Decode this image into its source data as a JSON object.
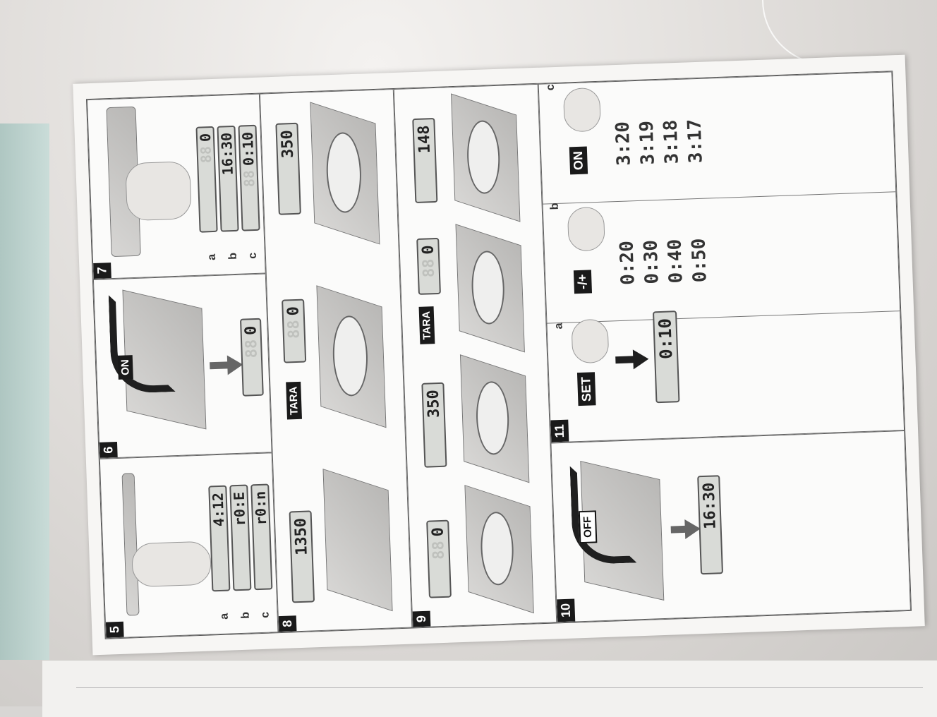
{
  "panels": {
    "p5": {
      "number": "5",
      "letters": [
        "a",
        "b",
        "c"
      ],
      "displays": [
        "4:12",
        "r0:E",
        "r0:n"
      ]
    },
    "p6": {
      "number": "6",
      "on_label": "ON",
      "display": "0"
    },
    "p7": {
      "number": "7",
      "letters": [
        "a",
        "b",
        "c"
      ],
      "displays": [
        "0",
        "16:30",
        "0:10"
      ]
    },
    "p8": {
      "number": "8",
      "tara_label": "TARA",
      "displays": [
        "1350",
        "0",
        "350"
      ]
    },
    "p9": {
      "number": "9",
      "tara_label": "TARA",
      "displays": [
        "0",
        "350",
        "0",
        "148"
      ]
    },
    "p10": {
      "number": "10",
      "off_label": "OFF",
      "display": "16:30"
    },
    "p11": {
      "number": "11",
      "a": {
        "letter": "a",
        "button": "SET",
        "display": "0:10"
      },
      "b": {
        "letter": "b",
        "button": "-/+",
        "stack": [
          "0:20",
          "0:30",
          "0:40",
          "0:50"
        ]
      },
      "c": {
        "letter": "c",
        "button": "ON",
        "stack": [
          "3:20",
          "3:19",
          "3:18",
          "3:17"
        ]
      }
    }
  }
}
